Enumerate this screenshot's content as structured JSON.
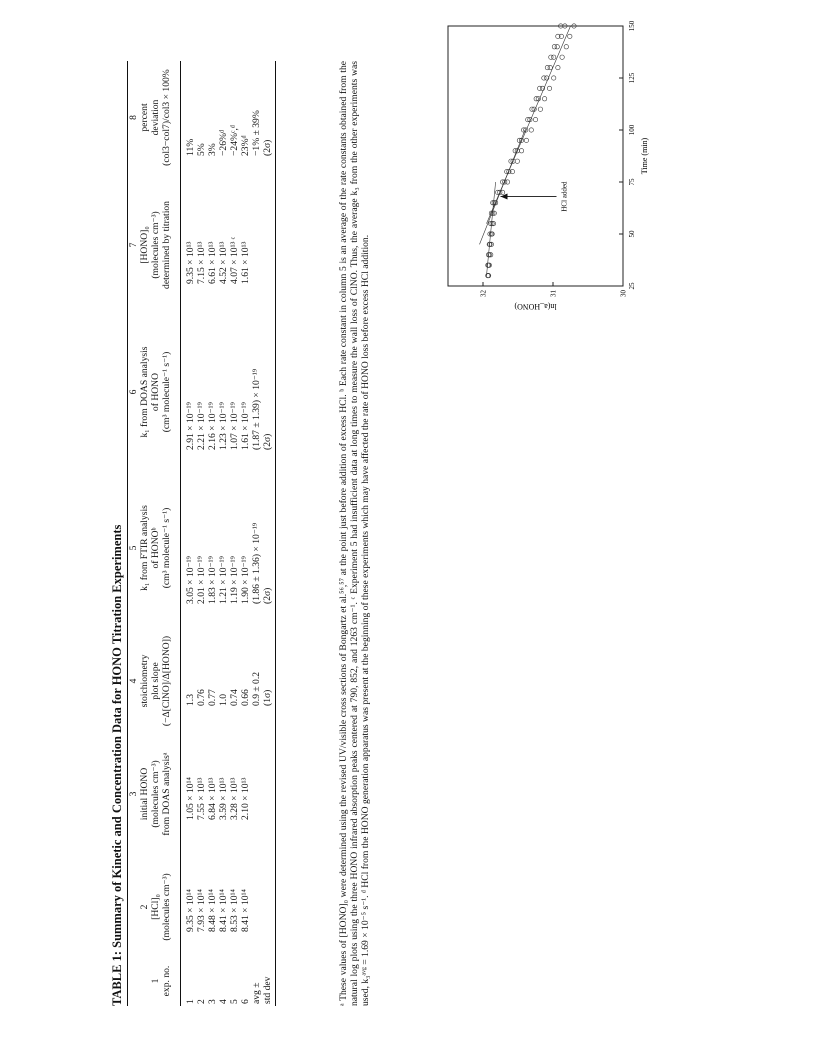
{
  "table": {
    "caption": "TABLE 1:  Summary of Kinetic and Concentration Data for HONO Titration Experiments",
    "headers": [
      [
        "1",
        "exp. no."
      ],
      [
        "2",
        "[HCl]₀",
        "(molecules cm⁻³)"
      ],
      [
        "3",
        "initial HONO",
        "(molecules cm⁻³)",
        "from DOAS analysisᵃ"
      ],
      [
        "4",
        "stoichiometry",
        "plot slope",
        "(−Δ[ClNO]/Δ[HONO])"
      ],
      [
        "5",
        "k₁ from FTIR analysis",
        "of HONOᵇ",
        "(cm³ molecule⁻¹ s⁻¹)"
      ],
      [
        "6",
        "k₁ from DOAS analysis",
        "of HONO",
        "(cm³ molecule⁻¹ s⁻¹)"
      ],
      [
        "7",
        "[HONO]₀",
        "(molecules cm⁻³)",
        "determined by titration"
      ],
      [
        "8",
        "percent",
        "deviation",
        "(col3−col7)/col3 × 100%"
      ]
    ],
    "rows": [
      [
        "1",
        "9.35 × 10¹⁴",
        "1.05 × 10¹⁴",
        "1.3",
        "3.05 × 10⁻¹⁹",
        "2.91 × 10⁻¹⁹",
        "9.35 × 10¹³",
        "11%"
      ],
      [
        "2",
        "7.93 × 10¹⁴",
        "7.55 × 10¹³",
        "0.76",
        "2.01 × 10⁻¹⁹",
        "2.21 × 10⁻¹⁹",
        "7.15 × 10¹³",
        "5%"
      ],
      [
        "3",
        "8.48 × 10¹⁴",
        "6.84 × 10¹³",
        "0.77",
        "1.83 × 10⁻¹⁹",
        "2.16 × 10⁻¹⁹",
        "6.61 × 10¹³",
        "3%"
      ],
      [
        "4",
        "8.41 × 10¹⁴",
        "3.59 × 10¹³",
        "1.0",
        "1.21 × 10⁻¹⁹",
        "1.23 × 10⁻¹⁹",
        "4.52 × 10¹³",
        "−26%ᵈ"
      ],
      [
        "5",
        "8.53 × 10¹⁴",
        "3.28 × 10¹³",
        "0.74",
        "1.19 × 10⁻¹⁹",
        "1.07 × 10⁻¹⁹",
        "4.07 × 10¹³ ᶜ",
        "−24%ᶜ,ᵈ"
      ],
      [
        "6",
        "8.41 × 10¹⁴",
        "2.10 × 10¹³",
        "0.66",
        "1.90 × 10⁻¹⁹",
        "1.61 × 10⁻¹⁹",
        "1.61 × 10¹³",
        "23%ᵈ"
      ]
    ],
    "summary": {
      "label1": "avg ±",
      "label2": "std dev",
      "c4a": "0.9 ± 0.2",
      "c4b": "(1σ)",
      "c5a": "(1.86 ± 1.36) × 10⁻¹⁹",
      "c5b": "(2σ)",
      "c6a": "(1.87 ± 1.39) × 10⁻¹⁹",
      "c6b": "(2σ)",
      "c8a": "−1% ± 39%",
      "c8b": "(2σ)"
    },
    "footnote": "ᵃ These values of [HONO]₀ were determined using the revised UV/visible cross sections of Bongartz et al.⁵⁶,⁵⁷ at the point just before addition of excess HCl. ᵇ Each rate constant in column 5 is an average of the rate constants obtained from the natural log plots using the three HONO infrared absorption peaks centered at 790, 852, and 1263 cm⁻¹. ᶜ Experiment 5 had insufficient data at long times to measure the wall loss of ClNO. Thus, the average k₃ from the other experiments was used, k₃ᵃᵛᵍ = 1.69 × 10⁻⁵ s⁻¹. ᵈ HCl from the HONO generation apparatus was present at the beginning of these experiments which may have affected the rate of HONO loss before excess HCl addition."
  },
  "chart_data": {
    "type": "scatter",
    "xlabel": "Time (min)",
    "ylabel": "ln(a_HONO)",
    "xlim": [
      25,
      150
    ],
    "ylim": [
      30,
      32.5
    ],
    "xticks": [
      25,
      50,
      75,
      100,
      125,
      150
    ],
    "yticks": [
      30,
      31,
      32
    ],
    "annotation": "HCl added",
    "annotation_x": 68,
    "series": [
      {
        "x": [
          30,
          35,
          40,
          45,
          50,
          55,
          60,
          65,
          70,
          75,
          80,
          85,
          90,
          95,
          100,
          105,
          110,
          115,
          120,
          125,
          130,
          135,
          140,
          145,
          150
        ],
        "y": [
          31.93,
          31.92,
          31.91,
          31.9,
          31.88,
          31.87,
          31.86,
          31.84,
          31.76,
          31.69,
          31.63,
          31.57,
          31.51,
          31.45,
          31.39,
          31.33,
          31.27,
          31.21,
          31.15,
          31.09,
          31.04,
          30.99,
          30.94,
          30.88,
          30.83
        ]
      },
      {
        "x": [
          30,
          35,
          40,
          45,
          50,
          55,
          60,
          65,
          70,
          75,
          80,
          85,
          90,
          95,
          100,
          105,
          110,
          115,
          120,
          125,
          130,
          135,
          140,
          145,
          150
        ],
        "y": [
          31.92,
          31.91,
          31.89,
          31.88,
          31.87,
          31.85,
          31.84,
          31.82,
          31.72,
          31.65,
          31.58,
          31.51,
          31.45,
          31.38,
          31.31,
          31.25,
          31.18,
          31.12,
          31.05,
          30.99,
          30.93,
          30.87,
          30.81,
          30.76,
          30.7
        ]
      },
      {
        "x": [
          30,
          35,
          40,
          45,
          50,
          55,
          60,
          65,
          70,
          75,
          80,
          85,
          90,
          95,
          100,
          105,
          110,
          115,
          120,
          125,
          130,
          135,
          140,
          145,
          150
        ],
        "y": [
          31.93,
          31.93,
          31.92,
          31.91,
          31.9,
          31.89,
          31.88,
          31.86,
          31.79,
          31.72,
          31.66,
          31.6,
          31.54,
          31.48,
          31.42,
          31.36,
          31.3,
          31.24,
          31.19,
          31.13,
          31.08,
          31.03,
          30.98,
          30.93,
          30.89
        ]
      }
    ],
    "fit_lines": [
      {
        "x": [
          30,
          75
        ],
        "y": [
          31.95,
          31.82
        ]
      },
      {
        "x": [
          45,
          100
        ],
        "y": [
          32.05,
          31.4
        ]
      },
      {
        "x": [
          55,
          150
        ],
        "y": [
          31.95,
          30.75
        ]
      }
    ]
  }
}
